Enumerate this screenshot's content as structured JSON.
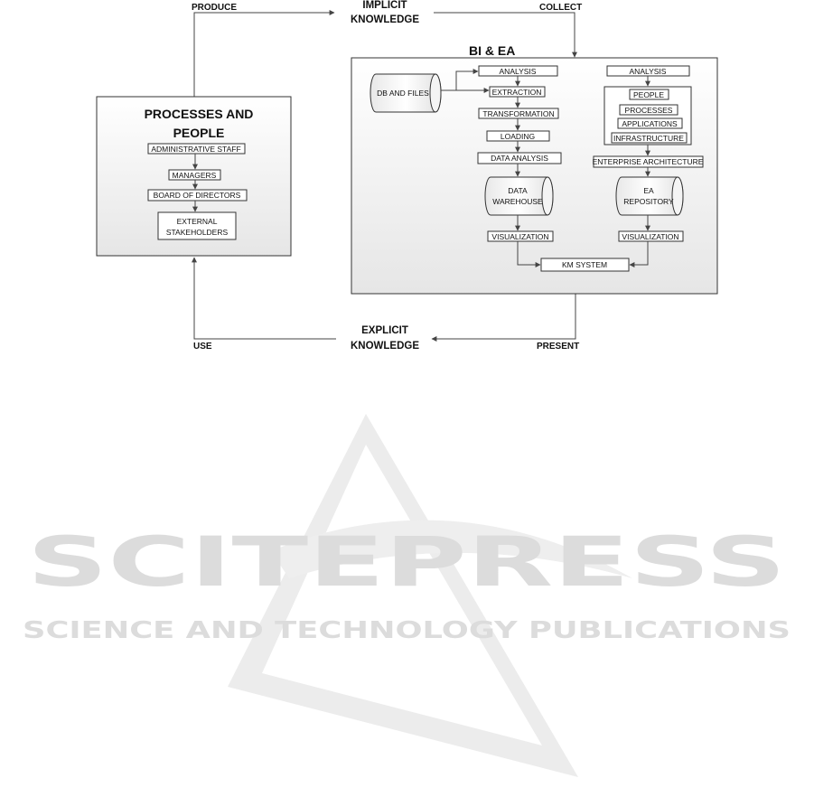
{
  "flow": {
    "produce": "PRODUCE",
    "collect": "COLLECT",
    "implicit_line1": "IMPLICIT",
    "implicit_line2": "KNOWLEDGE",
    "explicit_line1": "EXPLICIT",
    "explicit_line2": "KNOWLEDGE",
    "use": "USE",
    "present": "PRESENT"
  },
  "processes_panel": {
    "title_line1": "PROCESSES AND",
    "title_line2": "PEOPLE",
    "admin": "ADMINISTRATIVE STAFF",
    "managers": "MANAGERS",
    "board": "BOARD OF DIRECTORS",
    "external_line1": "EXTERNAL",
    "external_line2": "STAKEHOLDERS"
  },
  "bi_ea_panel": {
    "title": "BI & EA",
    "db_files": "DB AND FILES",
    "bi": {
      "analysis": "ANALYSIS",
      "extraction": "EXTRACTION",
      "transformation": "TRANSFORMATION",
      "loading": "LOADING",
      "data_analysis": "DATA ANALYSIS",
      "warehouse_line1": "DATA",
      "warehouse_line2": "WAREHOUSE",
      "visualization": "VISUALIZATION"
    },
    "ea": {
      "analysis": "ANALYSIS",
      "people": "PEOPLE",
      "processes": "PROCESSES",
      "applications": "APPLICATIONS",
      "infrastructure": "INFRASTRUCTURE",
      "enterprise_architecture": "ENTERPRISE ARCHITECTURE",
      "repository_line1": "EA",
      "repository_line2": "REPOSITORY",
      "visualization": "VISUALIZATION"
    },
    "km_system": "KM SYSTEM"
  },
  "watermark": {
    "line1": "SCITEPRESS",
    "line2": "SCIENCE AND TECHNOLOGY PUBLICATIONS"
  },
  "colors": {
    "panel_fill_top": "#ffffff",
    "panel_fill_bottom": "#e6e6e6",
    "stroke": "#333333",
    "watermark": "#dcdcdc"
  }
}
